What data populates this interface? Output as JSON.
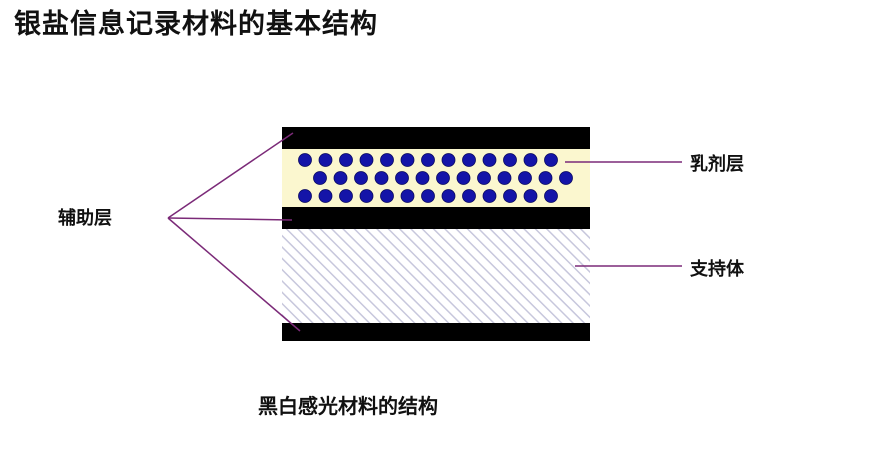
{
  "title": "银盐信息记录材料的基本结构",
  "labels": {
    "auxiliary": "辅助层",
    "emulsion": "乳剂层",
    "support": "支持体"
  },
  "caption": "黑白感光材料的结构",
  "colors": {
    "black_layer": "#000000",
    "emulsion_bg": "#fbf7cf",
    "grain": "#1414a8",
    "support_stripe": "#c7c7dc",
    "leader": "#7b2a78"
  }
}
